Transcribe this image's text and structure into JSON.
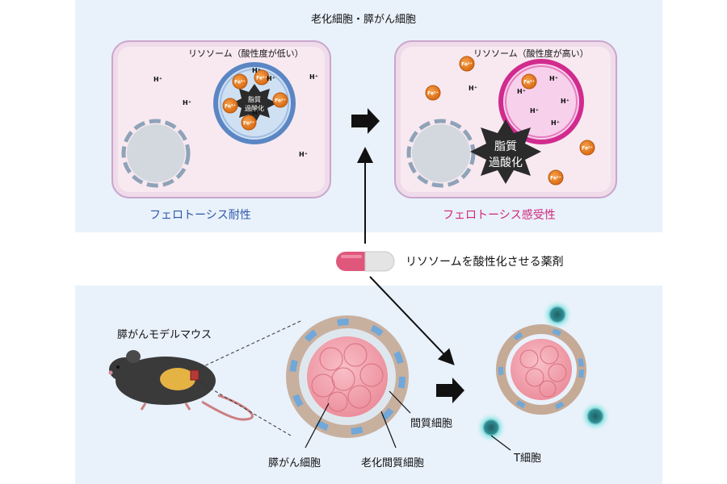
{
  "top_title": "老化細胞・膵がん細胞",
  "left_cell": {
    "lysosome_label": "リソソーム（酸性度が低い）",
    "caption": "フェロトーシス耐性",
    "caption_color": "#2e5aa8",
    "peroxidation": "脂質\n過酸化"
  },
  "right_cell": {
    "lysosome_label": "リソソーム（酸性度が高い）",
    "caption": "フェロトーシス感受性",
    "caption_color": "#d0287a",
    "peroxidation": "脂質\n過酸化"
  },
  "ion_labels": {
    "proton": "H⁺",
    "iron": "Fe²⁺"
  },
  "drug_label": "リソソームを酸性化させる薬剤",
  "mouse_label": "膵がんモデルマウス",
  "labels": {
    "stromal": "間質細胞",
    "cancer": "膵がん細胞",
    "senescent_stromal": "老化間質細胞",
    "tcell": "T細胞"
  }
}
